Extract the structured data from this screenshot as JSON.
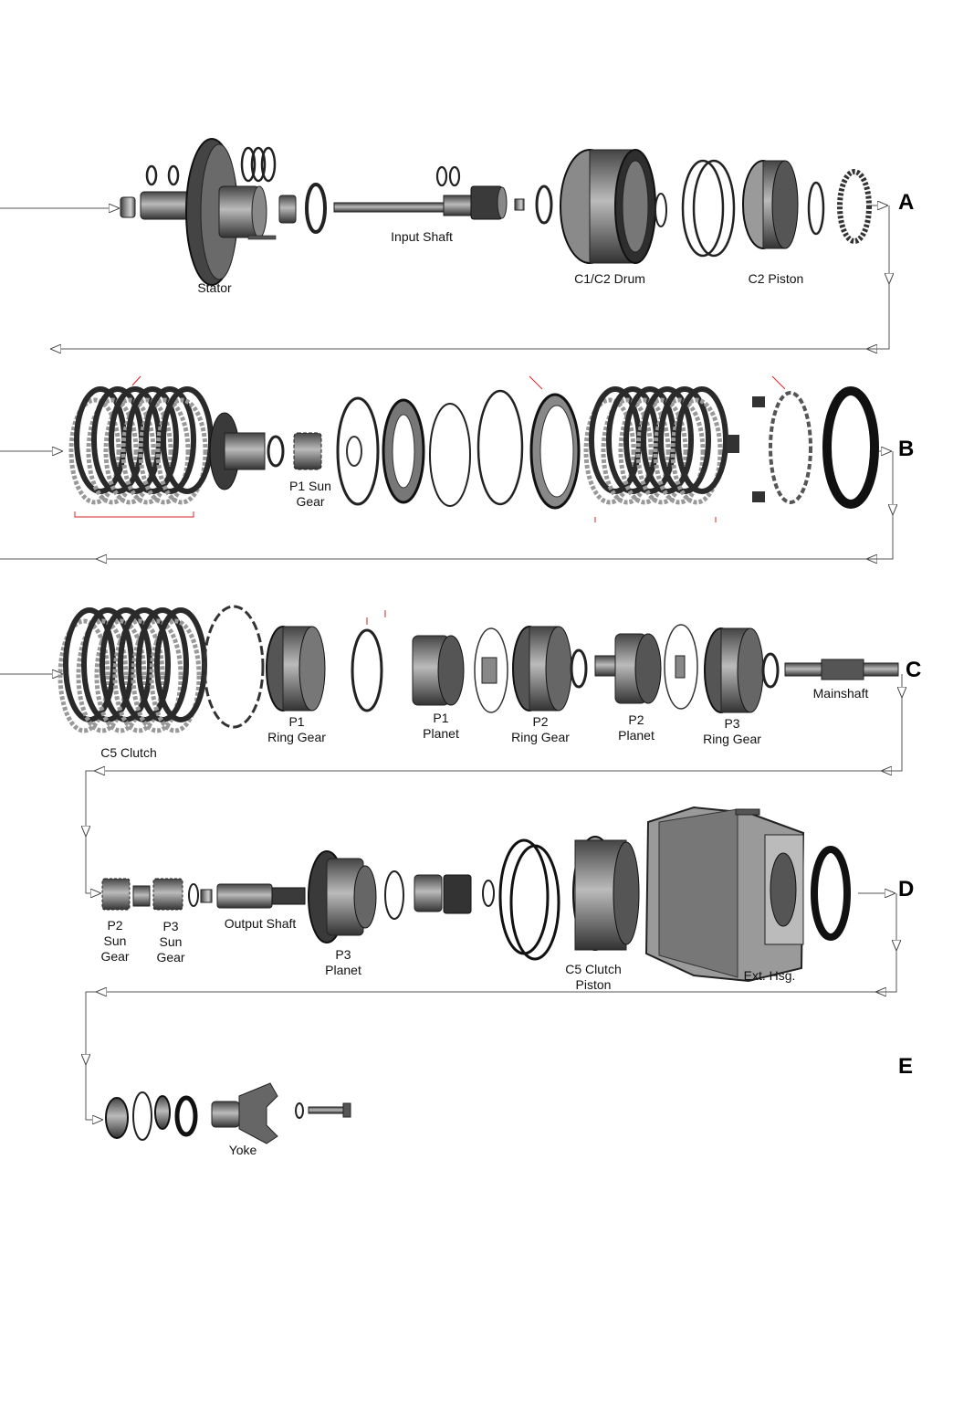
{
  "rows": [
    {
      "letter": "A"
    },
    {
      "letter": "B"
    },
    {
      "letter": "C"
    },
    {
      "letter": "D"
    },
    {
      "letter": "E"
    }
  ],
  "labels": {
    "stator": "Stator",
    "input_shaft": "Input Shaft",
    "c1c2_drum": "C1/C2 Drum",
    "c2_piston": "C2 Piston",
    "p1_sun_gear": "P1 Sun\nGear",
    "c5_clutch": "C5 Clutch",
    "p1_ring_gear": "P1\nRing Gear",
    "p1_planet": "P1\nPlanet",
    "p2_ring_gear": "P2\nRing Gear",
    "p2_planet": "P2\nPlanet",
    "p3_ring_gear": "P3\nRing Gear",
    "mainshaft": "Mainshaft",
    "p2_sun_gear": "P2\nSun\nGear",
    "p3_sun_gear": "P3\nSun\nGear",
    "output_shaft": "Output Shaft",
    "p3_planet": "P3\nPlanet",
    "c5_clutch_piston": "C5 Clutch\nPiston",
    "ext_hsg": "Ext. Hsg.",
    "yoke": "Yoke"
  },
  "colors": {
    "line": "#555555",
    "part_dark": "#2a2a2a",
    "part_mid": "#7a7a7a",
    "part_light": "#b8b8b8",
    "accent_red": "#dd2222"
  }
}
